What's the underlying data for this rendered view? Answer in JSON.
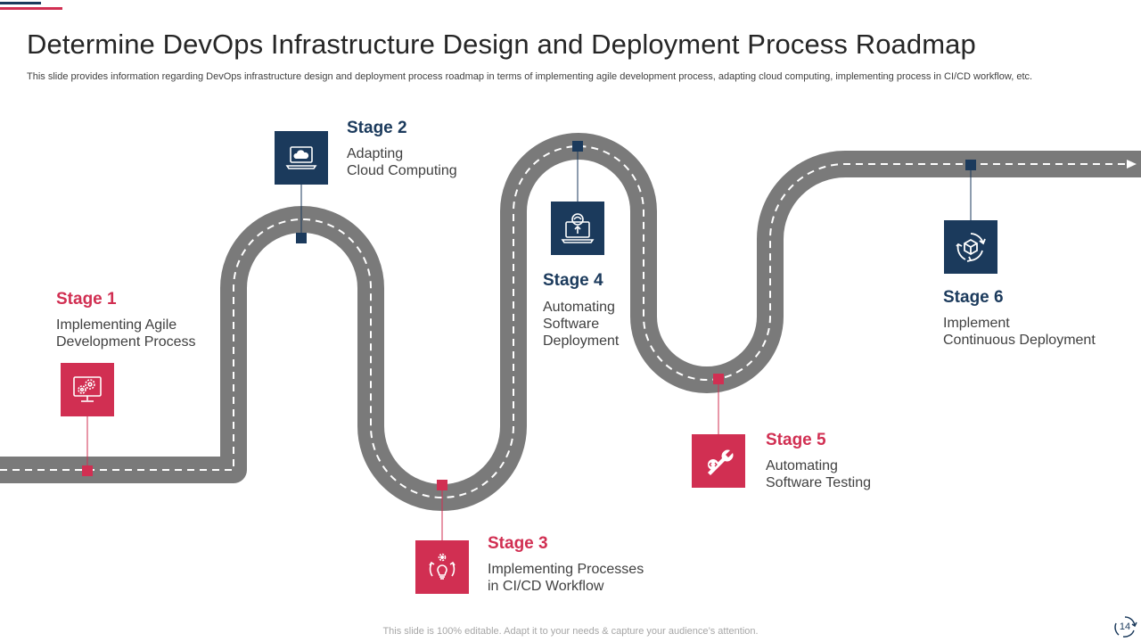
{
  "slide": {
    "title": "Determine DevOps Infrastructure Design and Deployment Process Roadmap",
    "description": "This slide provides information regarding DevOps infrastructure design and deployment process roadmap in terms of implementing agile development process, adapting cloud computing, implementing process in CI/CD workflow, etc."
  },
  "stages": [
    {
      "title": "Stage 1",
      "lines": [
        "Implementing Agile",
        "Development Process"
      ],
      "icon": "gears-monitor-icon"
    },
    {
      "title": "Stage 2",
      "lines": [
        "Adapting",
        "Cloud Computing"
      ],
      "icon": "cloud-laptop-icon"
    },
    {
      "title": "Stage 3",
      "lines": [
        "Implementing Processes",
        "in CI/CD Workflow"
      ],
      "icon": "bulb-cycle-icon"
    },
    {
      "title": "Stage 4",
      "lines": [
        "Automating",
        "Software",
        "Deployment"
      ],
      "icon": "upload-laptop-icon"
    },
    {
      "title": "Stage 5",
      "lines": [
        "Automating",
        "Software Testing"
      ],
      "icon": "wrench-code-icon"
    },
    {
      "title": "Stage 6",
      "lines": [
        "Implement",
        "Continuous Deployment"
      ],
      "icon": "cube-cycle-icon"
    }
  ],
  "colors": {
    "red": "#d12f52",
    "navy": "#1b3a5c",
    "road": "#7a7a7a"
  },
  "footer": {
    "note": "This slide is 100% editable. Adapt it to your needs & capture your audience’s attention."
  },
  "page": {
    "number": "14"
  }
}
